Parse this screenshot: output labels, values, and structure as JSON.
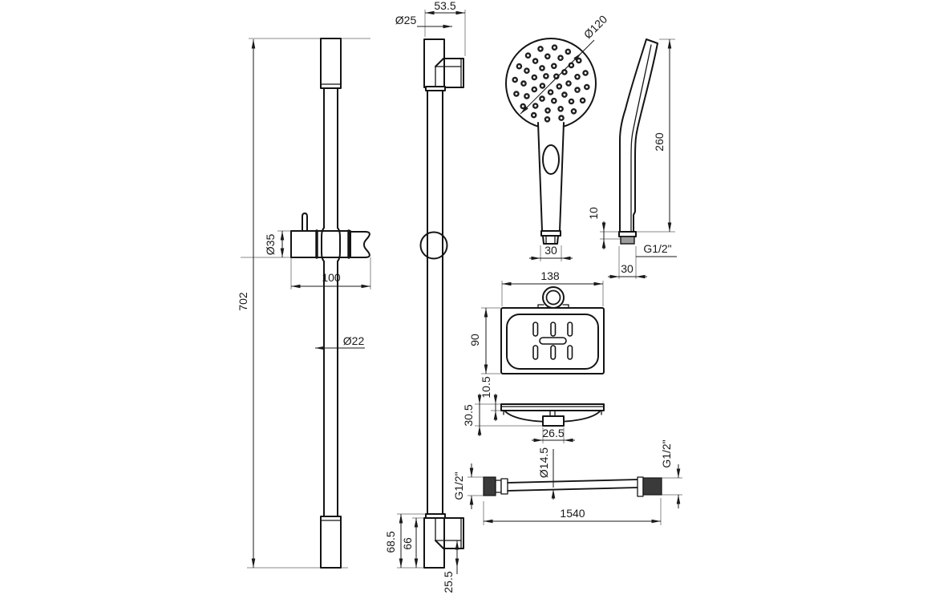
{
  "colors": {
    "line": "#141414",
    "dimension": "#1a1a1a",
    "extension": "#8a8a8a",
    "knurl_fill": "#3a3a3a",
    "nut_fill": "#9c9c9c",
    "background": "#ffffff"
  },
  "dims": {
    "rail_length": "702",
    "holder_diameter": "Ø35",
    "holder_width": "100",
    "rail_tube_diameter": "Ø22",
    "bracket_depth": "53.5",
    "rail2_tube_diameter": "Ø25",
    "bracket_height_outer": "68.5",
    "bracket_height_inner": "66",
    "bracket_lower_depth": "25.5",
    "head_diameter": "Ø120",
    "handset_length": "260",
    "outlet_width_front": "30",
    "nut_height": "10",
    "handset_thread": "G1/2\"",
    "outlet_width_side": "30",
    "dish_width": "138",
    "dish_depth": "90",
    "dish_rim_height": "10.5",
    "dish_height": "30.5",
    "dish_mount_width": "26.5",
    "hose_diameter": "Ø14.5",
    "hose_length": "1540",
    "hose_thread_left": "G1/2\"",
    "hose_thread_right": "G1/2\""
  }
}
